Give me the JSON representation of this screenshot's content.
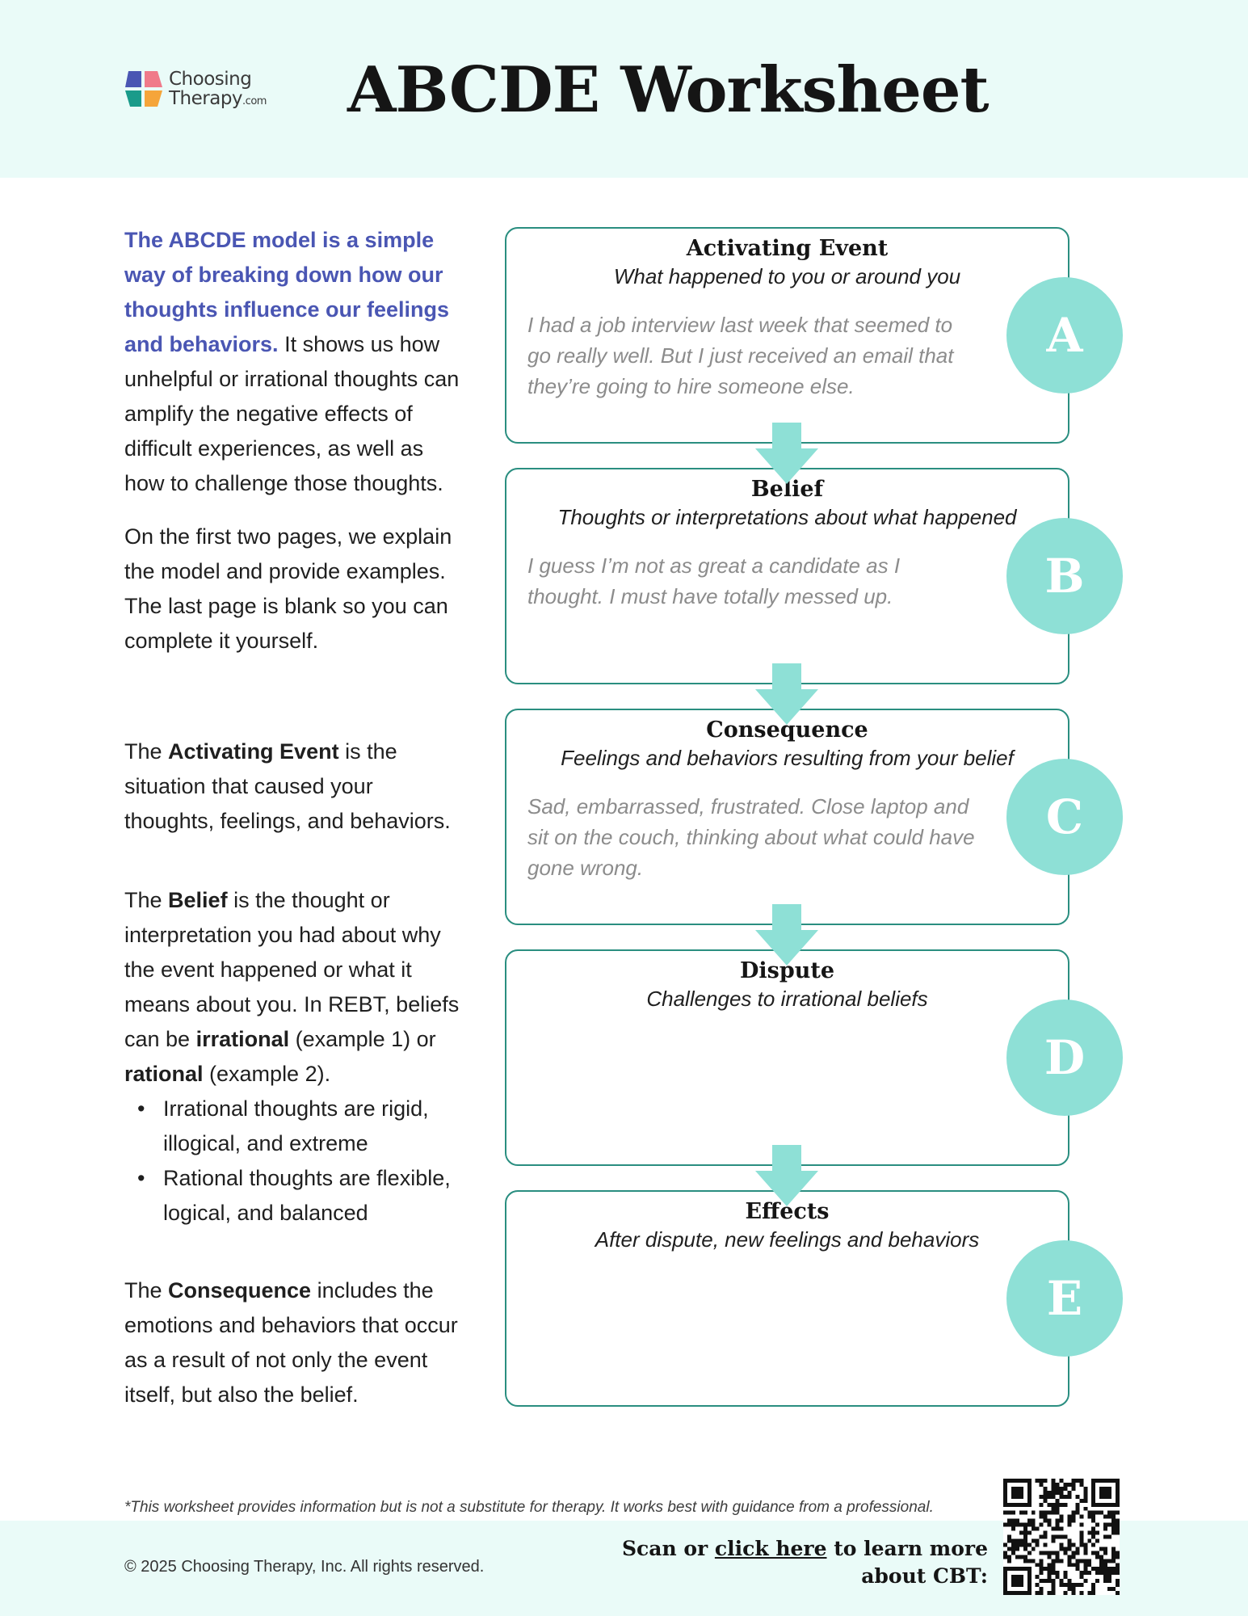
{
  "header": {
    "logo_line1": "Choosing",
    "logo_line2": "Therapy",
    "logo_com": ".com",
    "title": "ABCDE Worksheet"
  },
  "left": {
    "intro_highlight": "The ABCDE model is a simple way of breaking down how our thoughts influence our feelings and behaviors.",
    "intro_rest": " It shows us how unhelpful or irrational thoughts can amplify the negative effects of difficult experiences, as well as how to challenge those thoughts.",
    "pages_note": "On the first two pages, we explain the model and provide examples. The last page is blank so you can complete it yourself.",
    "activating": {
      "pre": "The ",
      "bold": "Activating Event",
      "post": " is the situation that caused your thoughts, feelings, and behaviors."
    },
    "belief": {
      "pre": "The ",
      "bold": "Belief",
      "mid1": " is the thought or interpretation you had about why the event happened or what it means about you. In REBT, beliefs can be ",
      "bold2": "irrational",
      "mid2": " (example 1) or ",
      "bold3": "rational",
      "post": " (example 2).",
      "bullets": [
        "Irrational thoughts are rigid, illogical, and extreme",
        "Rational thoughts are flexible, logical, and balanced"
      ]
    },
    "consequence": {
      "pre": "The ",
      "bold": "Consequence",
      "post": " includes the emotions and behaviors that occur as a result of not only the event itself, but also the belief."
    }
  },
  "steps": [
    {
      "letter": "A",
      "title": "Activating Event",
      "subtitle": "What happened to you or around you",
      "example": "I had a job interview last week that seemed to go really well. But I just received an email that they’re going to hire someone else."
    },
    {
      "letter": "B",
      "title": "Belief",
      "subtitle": "Thoughts or interpretations about what happened",
      "example": "I guess I’m not as great a candidate as I thought. I must have totally messed up."
    },
    {
      "letter": "C",
      "title": "Consequence",
      "subtitle": "Feelings and behaviors resulting from your belief",
      "example": "Sad, embarrassed, frustrated. Close laptop and sit on the couch, thinking about what could have gone wrong."
    },
    {
      "letter": "D",
      "title": "Dispute",
      "subtitle": "Challenges to irrational beliefs",
      "example": ""
    },
    {
      "letter": "E",
      "title": "Effects",
      "subtitle": "After dispute, new feelings and behaviors",
      "example": ""
    }
  ],
  "footer": {
    "disclaimer": "*This worksheet provides information but is not a substitute for therapy. It works best with guidance from a professional.",
    "copyright": "© 2025 Choosing Therapy, Inc. All rights reserved.",
    "scan_pre": "Scan or ",
    "scan_link": "click here",
    "scan_post": " to learn more",
    "scan_line2": "about CBT:"
  },
  "colors": {
    "teal_border": "#2a8e80",
    "teal_circle": "#8ee0d6",
    "header_bg": "#eafbf8",
    "intro_blue": "#4a56b3",
    "example_gray": "#8c8c8c"
  }
}
